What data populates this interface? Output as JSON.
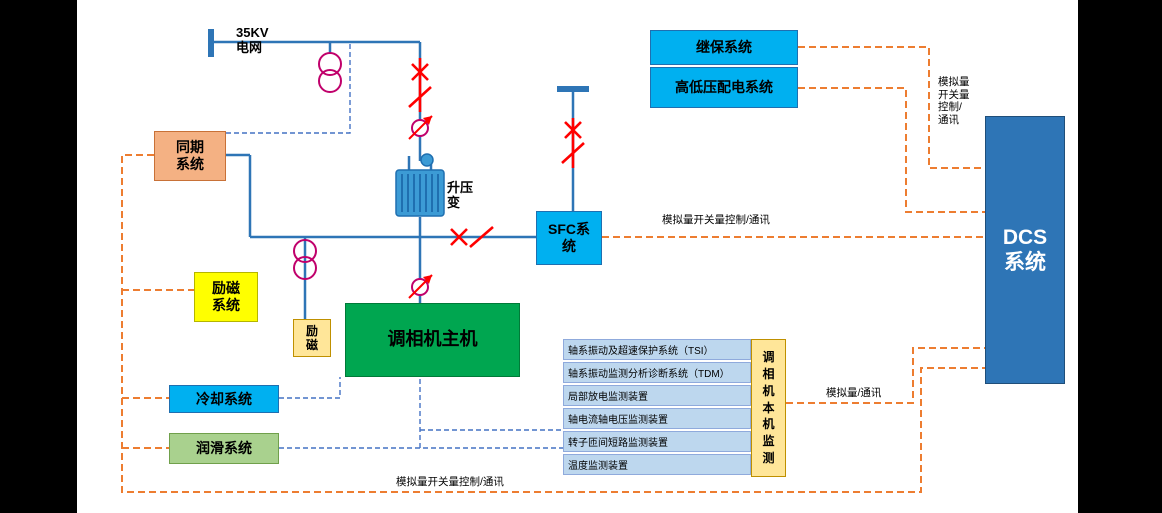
{
  "colors": {
    "signal_orange": "#ED7D31",
    "power_line_blue": "#2E75B6",
    "dashed_signal_blue": "#4472C4",
    "breaker_red": "#FF0000",
    "instrument_magenta": "#C0006B",
    "cyan_box": "#00B0F0",
    "yellow_box": "#FFFF00",
    "green_box": "#00A650",
    "light_green_box": "#A9D18E",
    "tan_box": "#F4B183",
    "cream_box": "#FFE699",
    "monitor_row_blue": "#BDD7EE",
    "dcs_blue": "#2E75B6"
  },
  "labels": {
    "grid": "35KV\n电网",
    "step_up_transformer": "升压\n变",
    "sfc_dcs_link": "模拟量开关量控制/通讯",
    "top_right_link": "模拟量\n开关量\n控制/\n通讯",
    "monitor_dcs_link": "模拟量/通讯",
    "bottom_link": "模拟量开关量控制/通讯"
  },
  "boxes": {
    "sync_system": "同期\n系统",
    "relay_protection": "继保系统",
    "hv_lv_distribution": "高低压配电系统",
    "sfc_system": "SFC系\n统",
    "excitation_system": "励磁\n系统",
    "exciter": "励\n磁",
    "condenser_main": "调相机主机",
    "cooling_system": "冷却系统",
    "lubrication_system": "润滑系统",
    "dcs_system": "DCS\n系统",
    "machine_monitoring": "调相机本机监测"
  },
  "monitor_rows": [
    "轴系振动及超速保护系统（TSI）",
    "轴系振动监测分析诊断系统（TDM）",
    "局部放电监测装置",
    "轴电流轴电压监测装置",
    "转子匝间短路监测装置",
    "温度监测装置"
  ]
}
